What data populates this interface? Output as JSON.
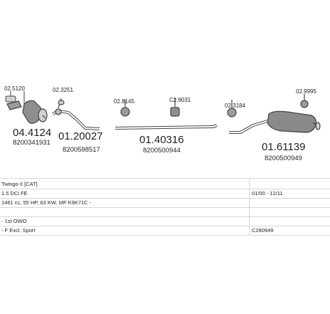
{
  "parts": [
    {
      "part_number": "04.4124",
      "oem": "8200341931",
      "clamp": "02.5120"
    },
    {
      "part_number": "01.20027",
      "oem": "8200598517",
      "clamp": "02.3251"
    },
    {
      "part_number": "01.40316",
      "oem": "8200500944",
      "clamp": "02.8145",
      "clamp2": "C2.9031"
    },
    {
      "part_number": "01.61139",
      "oem": "8200500949",
      "clamp": "02.3184",
      "clamp2": "02.9995"
    }
  ],
  "rows": [
    {
      "left": "Twingo II [CAT]",
      "right": ""
    },
    {
      "left": "1.5 DCi FE",
      "right": "01/00 - 12/11"
    },
    {
      "left": "1461 cc, 55 HP, 63 KW, MF K9K71C -",
      "right": ""
    },
    {
      "left": "",
      "right": ""
    },
    {
      "left": "- 1st OWO",
      "right": ""
    },
    {
      "left": "- F Excl. Sport",
      "right": "C280949"
    }
  ],
  "colors": {
    "line": "#444444",
    "part_fill": "#8a8a8a",
    "grid": "#d6d6d6"
  }
}
